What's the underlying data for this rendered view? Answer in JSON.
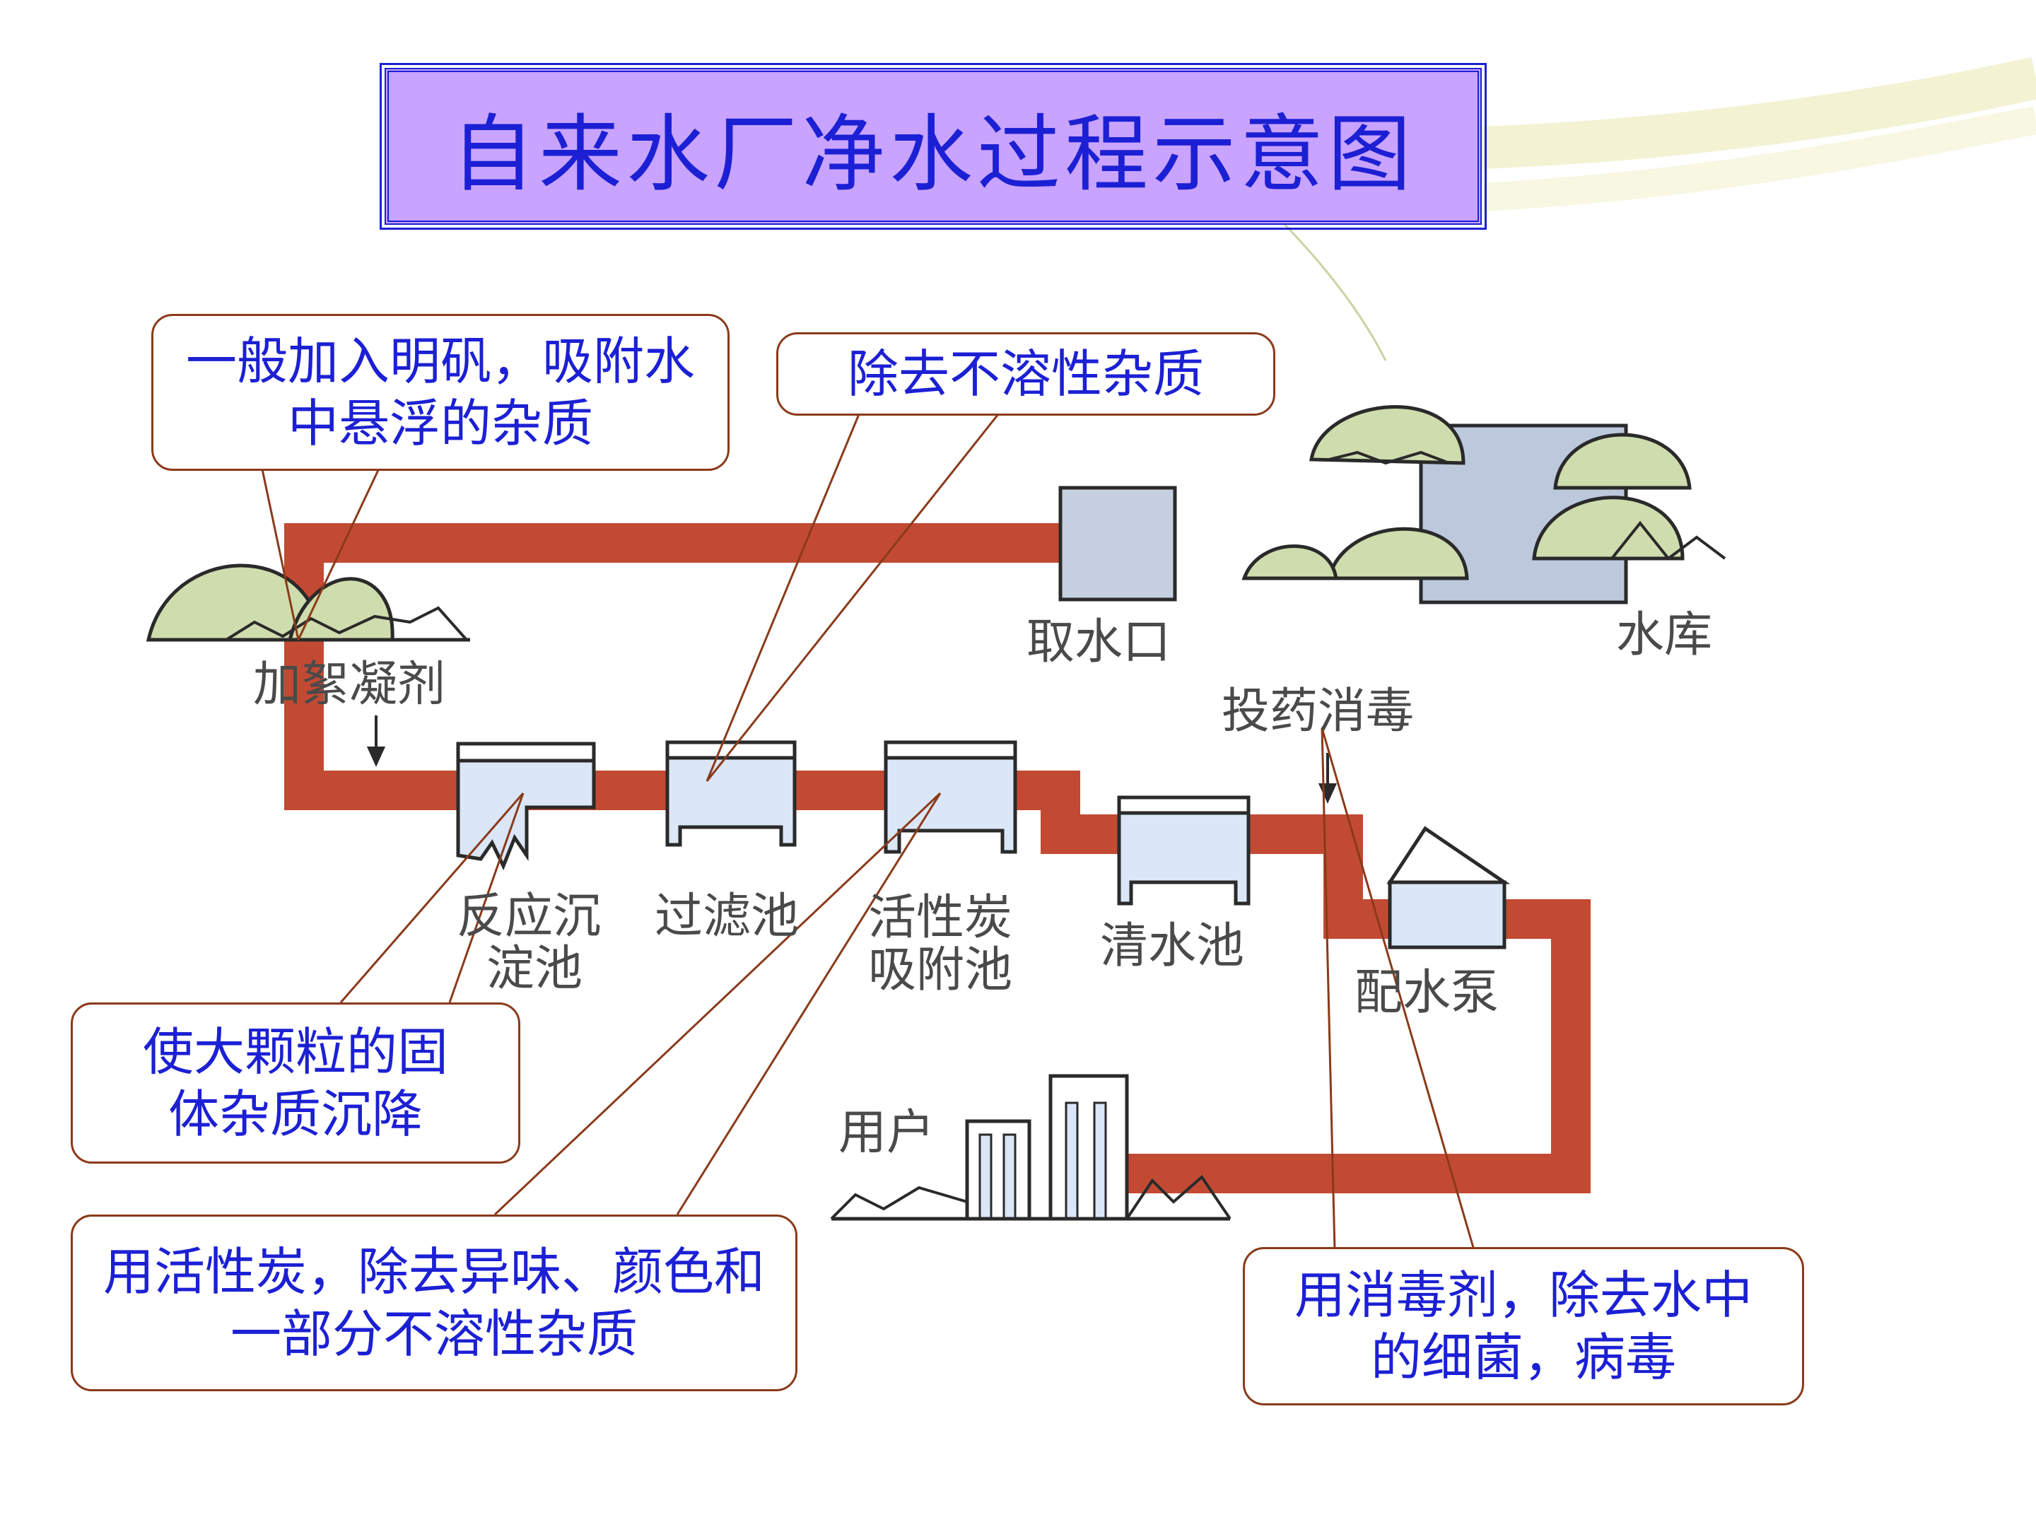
{
  "title": "自来水厂净水过程示意图",
  "callouts": {
    "coagulant": "一般加入明矾，吸附水中悬浮的杂质",
    "filter": "除去不溶性杂质",
    "sediment": "使大颗粒的固体杂质沉降",
    "carbon": "用活性炭，除去异味、颜色和一部分不溶性杂质",
    "disinfect": "用消毒剂，除去水中的细菌，病毒"
  },
  "labels": {
    "intake": "取水口",
    "reservoir": "水库",
    "coagulant": "加絮凝剂",
    "disinfect": "投药消毒",
    "sedimentation_1": "反应沉",
    "sedimentation_2": "淀池",
    "filter": "过滤池",
    "carbon_1": "活性炭",
    "carbon_2": "吸附池",
    "clear": "清水池",
    "pump": "配水泵",
    "user": "用户"
  },
  "colors": {
    "pipe": "#c24a33",
    "title_bg": "#c8a3ff",
    "title_border": "#1c20d4",
    "callout_text": "#1c20d4",
    "callout_border": "#8a3a1a",
    "tank_water": "#dbe6f6",
    "tree": "#cfdcad",
    "reservoir_water": "#bcc9dc"
  }
}
